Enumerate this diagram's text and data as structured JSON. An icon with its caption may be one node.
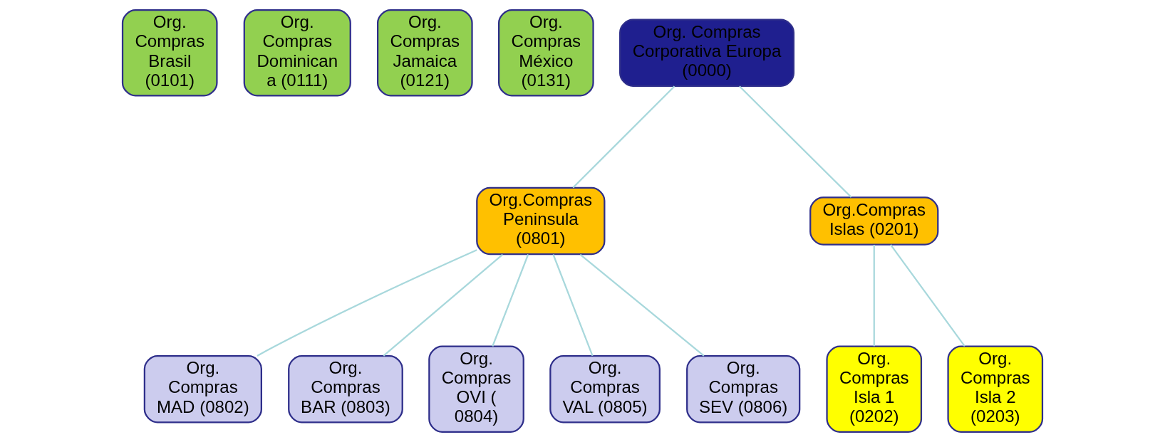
{
  "diagram": {
    "nodes": [
      {
        "text": [
          "Org. Compras Brasil (0101)"
        ]
      },
      {
        "text": [
          "Org. Compras Dominican a (0111)"
        ]
      },
      {
        "text": [
          "Org. Compras Jamaica (0121)"
        ]
      },
      {
        "text": [
          "Org. Compras México (0131)"
        ]
      },
      {
        "text": [
          "Org. Compras Corporativa Europa (0000)"
        ]
      },
      {
        "text": [
          "Org.Compras Peninsula (0801)"
        ]
      },
      {
        "text": [
          "Org.Compras Islas (0201)"
        ]
      },
      {
        "text": [
          "Org. Compras MAD (0802)"
        ]
      },
      {
        "text": [
          "Org. Compras BAR (0803)"
        ]
      },
      {
        "text": [
          "Org. Compras OVI ( 0804)"
        ]
      },
      {
        "text": [
          "Org. Compras VAL (0805)"
        ]
      },
      {
        "text": [
          "Org. Compras SEV (0806)"
        ]
      },
      {
        "text": [
          "Org. Compras Isla 1 (0202)"
        ]
      },
      {
        "text": [
          "Org. Compras Isla 2 (0203)"
        ]
      }
    ],
    "edges": [
      {
        "from": 4,
        "to": 5,
        "arrow": "none"
      },
      {
        "from": 4,
        "to": 6,
        "arrow": "none"
      },
      {
        "from": 5,
        "to": 7,
        "arrow": "none"
      },
      {
        "from": 5,
        "to": 8,
        "arrow": "none"
      },
      {
        "from": 5,
        "to": 9,
        "arrow": "none"
      },
      {
        "from": 5,
        "to": 10,
        "arrow": "none"
      },
      {
        "from": 5,
        "to": 11,
        "arrow": "none"
      },
      {
        "from": 6,
        "to": 12,
        "arrow": "none"
      },
      {
        "from": 6,
        "to": 13,
        "arrow": "none"
      }
    ]
  }
}
